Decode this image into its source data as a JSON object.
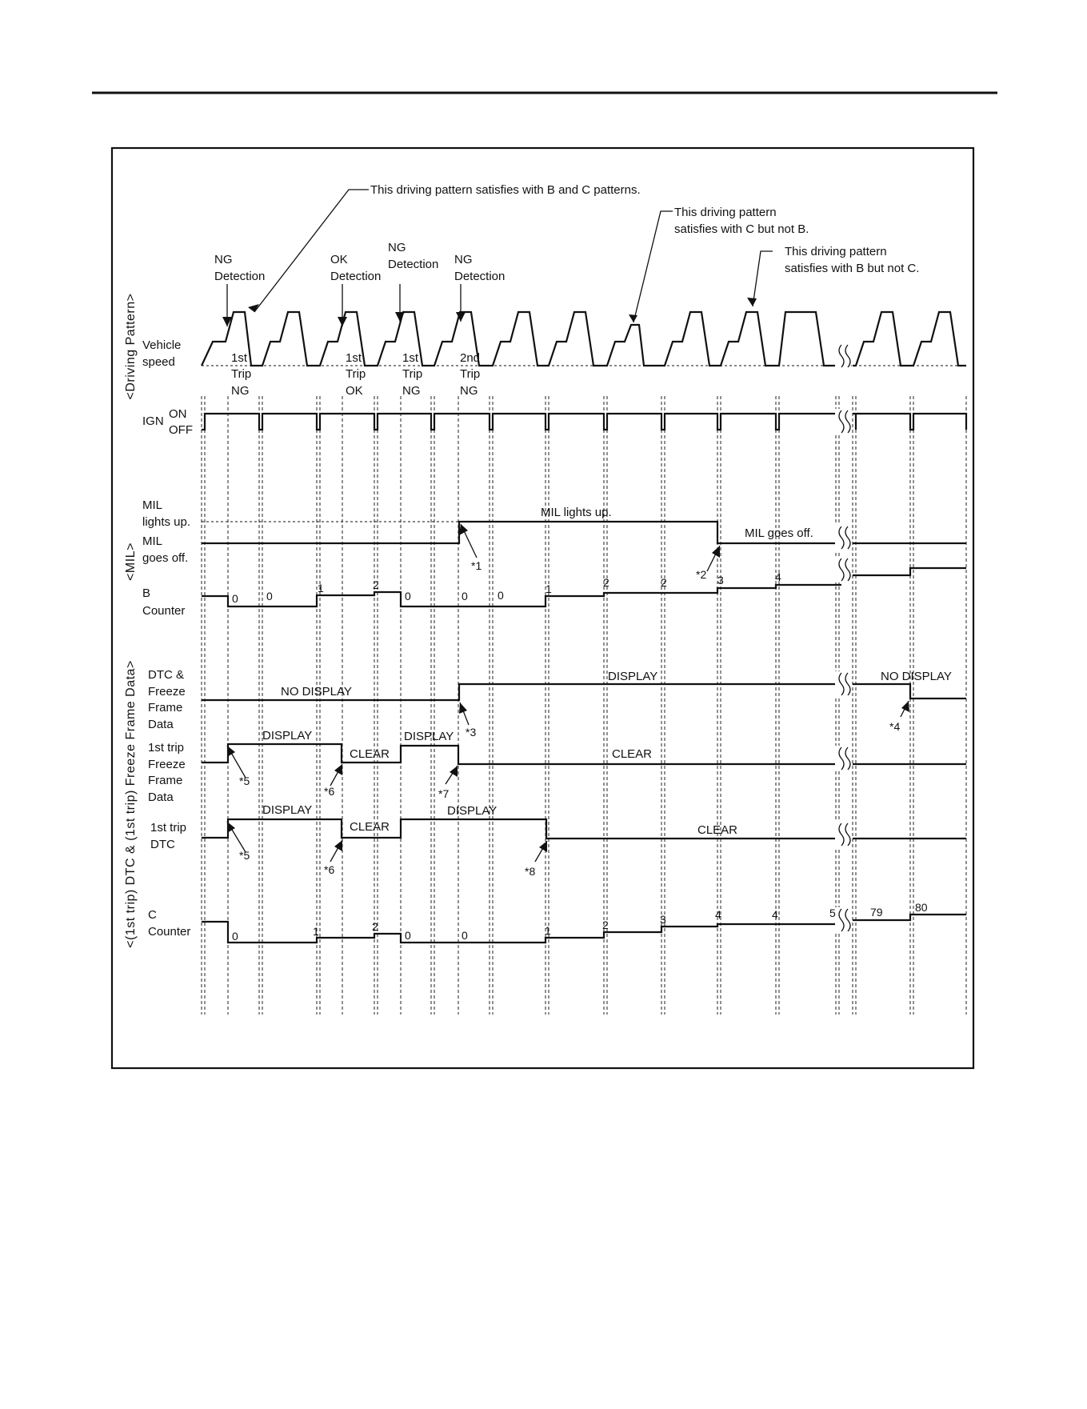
{
  "callouts": {
    "bc_pattern": "This driving pattern satisfies with B and C patterns.",
    "c_not_b": [
      "This driving pattern",
      "satisfies with C but not B."
    ],
    "b_not_c": [
      "This driving pattern",
      "satisfies with B but not C."
    ]
  },
  "detections": [
    [
      "NG",
      "Detection"
    ],
    [
      "OK",
      "Detection"
    ],
    [
      "NG",
      "Detection"
    ],
    [
      "NG",
      "Detection"
    ]
  ],
  "trip_results": [
    [
      "1st",
      "Trip",
      "NG"
    ],
    [
      "1st",
      "Trip",
      "OK"
    ],
    [
      "1st",
      "Trip",
      "NG"
    ],
    [
      "2nd",
      "Trip",
      "NG"
    ]
  ],
  "sections": {
    "driving_pattern": "<Driving Pattern>",
    "mil": "<MIL>",
    "dtc": "<(1st trip) DTC & (1st trip) Freeze Frame Data>"
  },
  "row_labels": {
    "vehicle_speed": [
      "Vehicle",
      "speed"
    ],
    "ign": "IGN",
    "ign_on": "ON",
    "ign_off": "OFF",
    "mil_on": [
      "MIL",
      "lights up."
    ],
    "mil_off": [
      "MIL",
      "goes off."
    ],
    "b_counter": [
      "B",
      "Counter"
    ],
    "dtc_ffd": [
      "DTC &",
      "Freeze",
      "Frame",
      "Data"
    ],
    "ffd_1st": [
      "1st trip",
      "Freeze",
      "Frame",
      "Data"
    ],
    "dtc_1st": [
      "1st trip",
      "DTC"
    ],
    "c_counter": [
      "C",
      "Counter"
    ]
  },
  "signal_labels": {
    "mil_lights_up": "MIL lights up.",
    "mil_goes_off": "MIL goes off.",
    "no_display": "NO DISPLAY",
    "display": "DISPLAY",
    "clear": "CLEAR"
  },
  "markers": [
    "*1",
    "*2",
    "*3",
    "*4",
    "*5",
    "*6",
    "*7",
    "*8"
  ],
  "b_counter_values": [
    "0",
    "0",
    "1",
    "2",
    "0",
    "0",
    "0",
    "1",
    "2",
    "2",
    "3",
    "4"
  ],
  "c_counter_values": [
    "0",
    "1",
    "2",
    "0",
    "0",
    "1",
    "2",
    "3",
    "4",
    "4",
    "5",
    "79",
    "80"
  ]
}
